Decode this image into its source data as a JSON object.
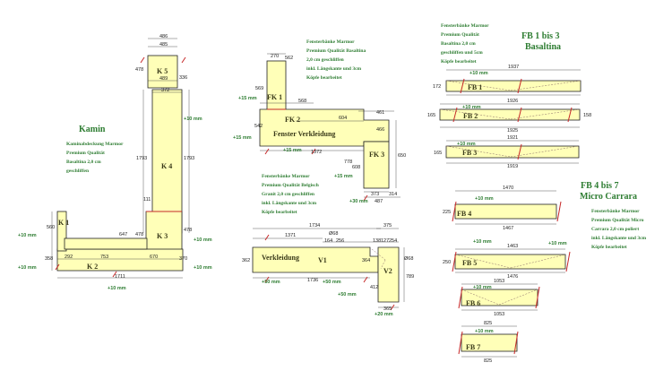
{
  "kamin": {
    "title": "Kamin",
    "desc": [
      "Kaminabdeckung Marmor",
      "Premium Qualität",
      "Basaltina 2,0 cm",
      "geschliffen"
    ],
    "pieces": [
      "K 1",
      "K 2",
      "K 3",
      "K 4",
      "K 5"
    ],
    "dims": [
      "486",
      "485",
      "478",
      "489",
      "336",
      "372",
      "1793",
      "1793",
      "111",
      "478",
      "560",
      "647",
      "478",
      "753",
      "292",
      "670",
      "358",
      "370",
      "1711"
    ],
    "mm": [
      "+10 mm",
      "+10 mm",
      "+10 mm",
      "+10 mm",
      "+10 mm",
      "+10 mm"
    ]
  },
  "fenster": {
    "title": "Fenster Verkleidung",
    "desc": [
      "Fensterbänke Marmor",
      "Premium Qualität Basaltina",
      "2,0 cm geschliffen",
      "inkl. Längskante und 3cm",
      "Köpfe bearbeitet"
    ],
    "pieces": [
      "FK 1",
      "FK 2",
      "FK 3"
    ],
    "dims": [
      "270",
      "562",
      "569",
      "568",
      "542",
      "604",
      "461",
      "466",
      "1372",
      "778",
      "608",
      "650",
      "373",
      "314",
      "487"
    ],
    "mm": [
      "+15 mm",
      "+15 mm",
      "+15 mm",
      "+15 mm",
      "+30 mm"
    ]
  },
  "verkleidung": {
    "title": "Verkleidung",
    "desc": [
      "Fensterbänke Marmor",
      "Premium Qualität Belgisch",
      "Granit 2,0 cm geschliffen",
      "inkl. Längskante und 3cm",
      "Köpfe bearbeitet"
    ],
    "pieces": [
      "V1",
      "V2"
    ],
    "dims": [
      "1734",
      "375",
      "1371",
      "Ø68",
      "164",
      "256",
      "138",
      "127",
      "254",
      "362",
      "1736",
      "364",
      "Ø68",
      "412",
      "365",
      "789"
    ],
    "mm": [
      "+50 mm",
      "+50 mm",
      "+50 mm",
      "+20 mm"
    ]
  },
  "fb13": {
    "title": [
      "FB 1 bis 3",
      "Basaltina"
    ],
    "desc": [
      "Fensterbänke Marmor",
      "Premium Qualität",
      "Basaltina 2,0 cm",
      "geschliffen und 5cm",
      "Köpfe bearbeitet"
    ],
    "pieces": [
      "FB 1",
      "FB 2",
      "FB 3"
    ],
    "dims": [
      "1937",
      "172",
      "1926",
      "165",
      "1925",
      "158",
      "1921",
      "1919",
      "165"
    ],
    "mm": [
      "+10 mm",
      "+10 mm",
      "+10 mm"
    ]
  },
  "fb47": {
    "title": [
      "FB 4 bis 7",
      "Micro Carrara"
    ],
    "desc": [
      "Fensterbänke Marmor",
      "Premium Qualität Micro",
      "Carrara 2,0 cm poliert",
      "inkl. Längskante und 3cm",
      "Köpfe bearbeitet"
    ],
    "pieces": [
      "FB 4",
      "FB 5",
      "FB 6",
      "FB 7"
    ],
    "dims": [
      "1470",
      "225",
      "1467",
      "1463",
      "250",
      "1476",
      "1053",
      "1053",
      "825",
      "825"
    ],
    "mm": [
      "+10 mm",
      "+10 mm",
      "+10 mm",
      "+10 mm",
      "+10 mm"
    ]
  },
  "colors": {
    "slab": "#ffffb8",
    "green": "#2e7d32",
    "red": "#c62828"
  }
}
